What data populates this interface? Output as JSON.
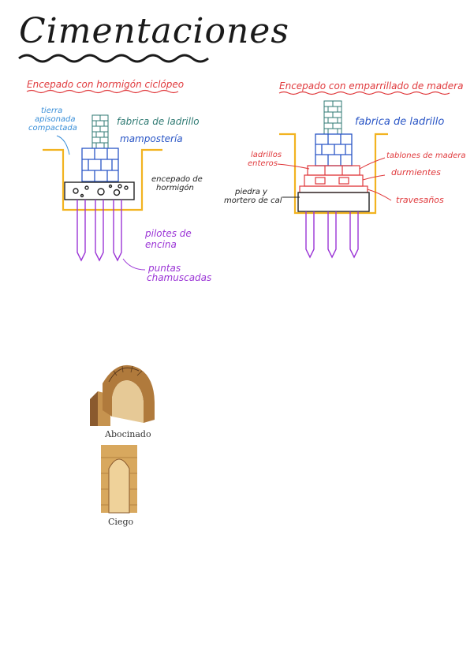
{
  "title": "Cimentaciones",
  "left": {
    "heading": "Encepado con hormigón ciclópeo",
    "label_brick": "fabrica de ladrillo",
    "label_masonry": "mampostería",
    "label_soil_1": "tierra",
    "label_soil_2": "apisonada",
    "label_soil_3": "compactada",
    "label_cap_1": "encepado de",
    "label_cap_2": "hormigón",
    "label_piles_1": "pilotes de",
    "label_piles_2": "encina",
    "label_tips_1": "puntas",
    "label_tips_2": "chamuscadas"
  },
  "right": {
    "heading": "Encepado con emparrillado de madera",
    "label_brick": "fabrica de ladrillo",
    "label_bricks_1": "ladrillos",
    "label_bricks_2": "enteros",
    "label_planks": "tablones de madera",
    "label_sleepers": "durmientes",
    "label_stone_1": "piedra y",
    "label_stone_2": "mortero de cal",
    "label_beams": "travesaños"
  },
  "arches": {
    "caption_1": "Abocinado",
    "caption_2": "Ciego"
  }
}
